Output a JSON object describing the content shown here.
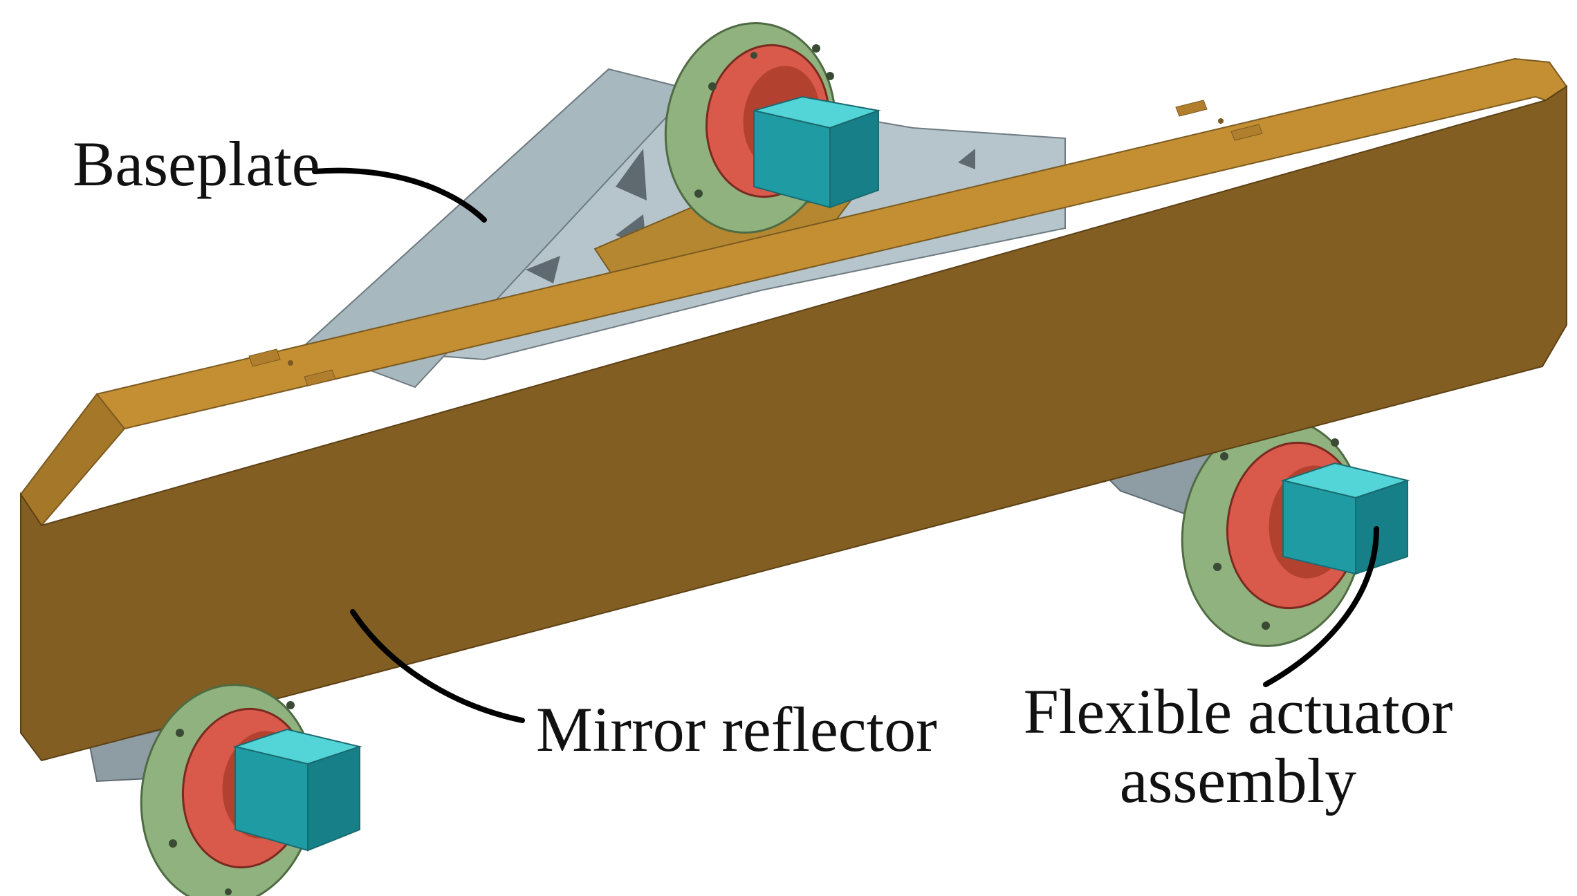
{
  "labels": {
    "baseplate": "Baseplate",
    "mirror": "Mirror reflector",
    "actuator_line1": "Flexible actuator",
    "actuator_line2": "assembly"
  },
  "colors": {
    "mirror_front": "#835E22",
    "mirror_top": "#C48F33",
    "mirror_side": "#A57729",
    "baseplate": "#B6C5CC",
    "baseplate_dark": "#8E9CA4",
    "flange": "#8FB27E",
    "flange_dark": "#6F9160",
    "housing": "#D95A4A",
    "housing_dark": "#B2412F",
    "motor_front": "#1F9BA3",
    "motor_top": "#53D4D6",
    "motor_side": "#167F88"
  }
}
